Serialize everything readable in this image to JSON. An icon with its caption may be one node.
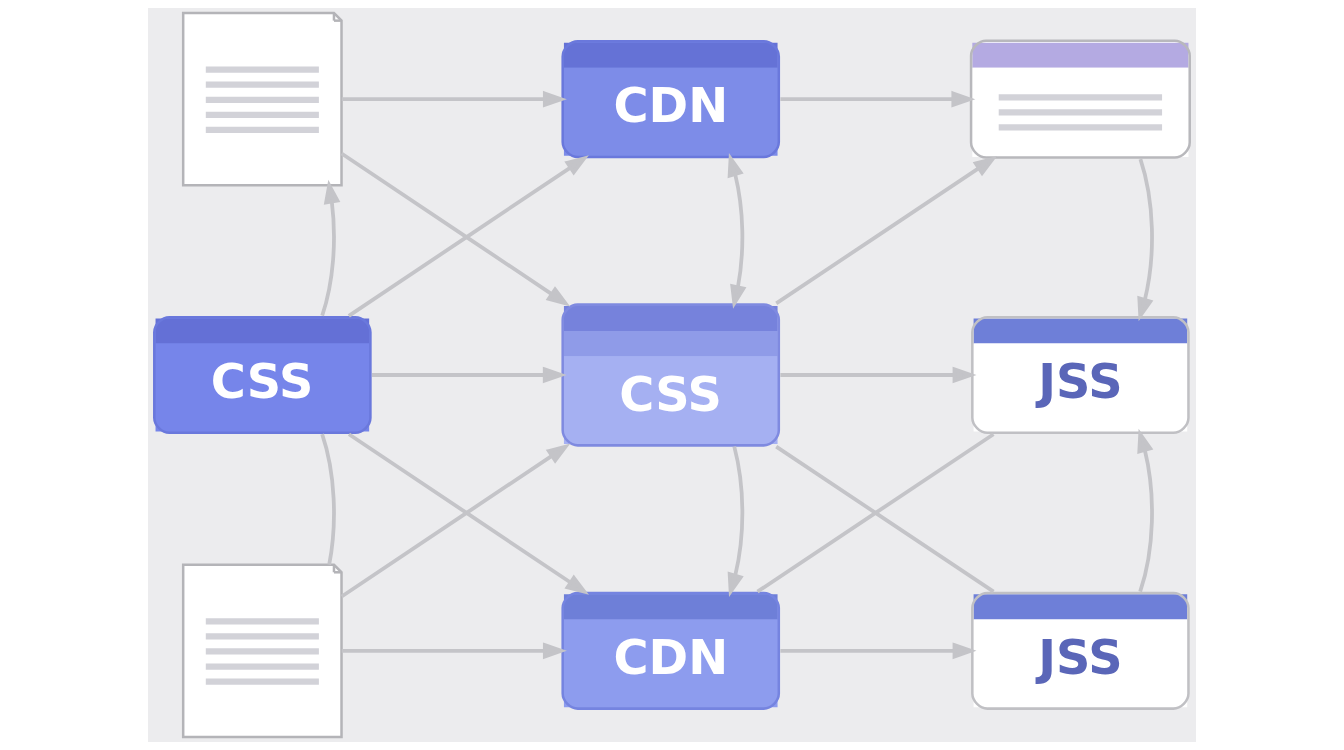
{
  "diagram": {
    "nodes": [
      {
        "text": [],
        "shape": "document"
      },
      {
        "text": [
          "CDN"
        ]
      },
      {
        "text": [],
        "shape": "window"
      },
      {
        "text": [
          "CSS"
        ]
      },
      {
        "text": [
          "CSS"
        ]
      },
      {
        "text": [
          "JSS"
        ]
      },
      {
        "text": [],
        "shape": "document"
      },
      {
        "text": [
          "CDN"
        ]
      },
      {
        "text": [
          "JSS"
        ]
      }
    ],
    "edges": [
      {
        "from": 0,
        "to": 1,
        "arrow": "to"
      },
      {
        "from": 0,
        "to": 4,
        "arrow": "to"
      },
      {
        "from": 1,
        "to": 2,
        "arrow": "to"
      },
      {
        "from": 3,
        "to": 0,
        "arrow": "to"
      },
      {
        "from": 3,
        "to": 1,
        "arrow": "to"
      },
      {
        "from": 1,
        "to": 4,
        "arrow": "both"
      },
      {
        "from": 4,
        "to": 2,
        "arrow": "to"
      },
      {
        "from": 2,
        "to": 5,
        "arrow": "to"
      },
      {
        "from": 3,
        "to": 4,
        "arrow": "to"
      },
      {
        "from": 4,
        "to": 5,
        "arrow": "to"
      },
      {
        "from": 3,
        "to": 6,
        "arrow": "none"
      },
      {
        "from": 3,
        "to": 7,
        "arrow": "to"
      },
      {
        "from": 6,
        "to": 4,
        "arrow": "to"
      },
      {
        "from": 4,
        "to": 7,
        "arrow": "to"
      },
      {
        "from": 4,
        "to": 8,
        "arrow": "none"
      },
      {
        "from": 7,
        "to": 5,
        "arrow": "none"
      },
      {
        "from": 8,
        "to": 5,
        "arrow": "to"
      },
      {
        "from": 6,
        "to": 7,
        "arrow": "to"
      },
      {
        "from": 7,
        "to": 8,
        "arrow": "to"
      }
    ]
  }
}
